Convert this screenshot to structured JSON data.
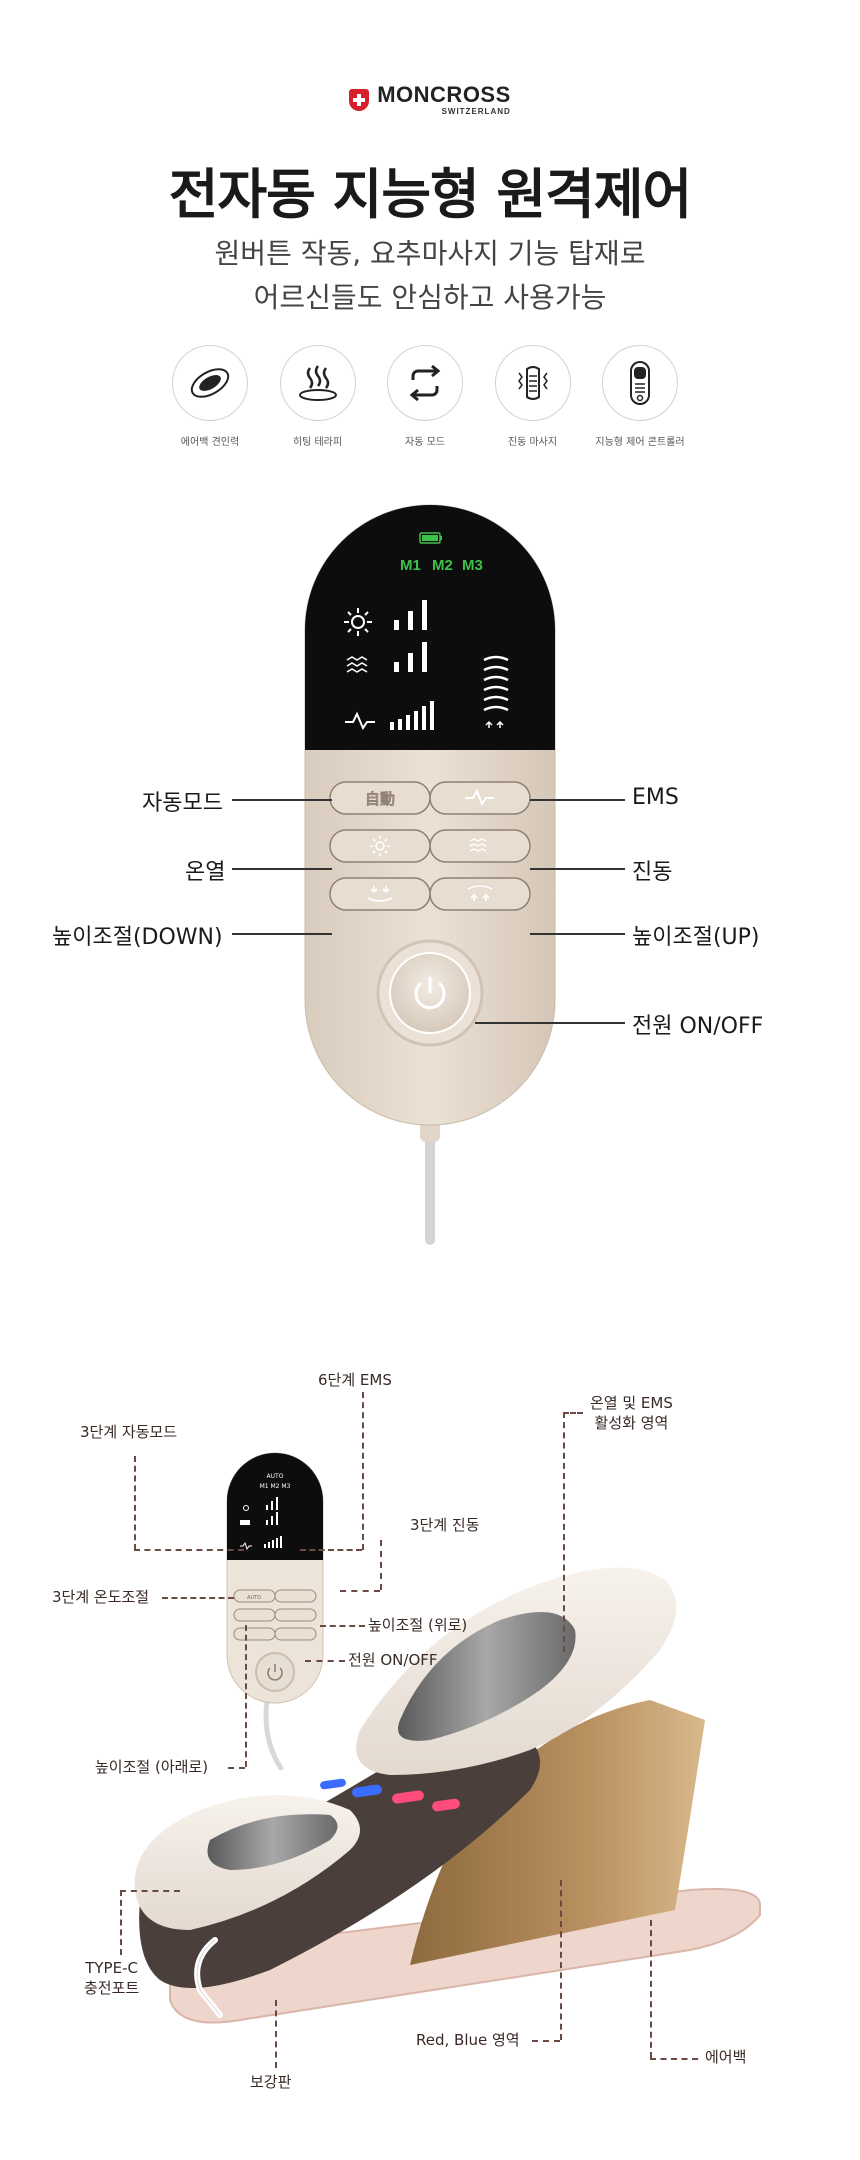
{
  "brand": {
    "name": "MONCROSS",
    "sub": "SWITZERLAND"
  },
  "headline": "전자동 지능형 원격제어",
  "subline1": "원버튼 작동, 요추마사지 기능 탑재로",
  "subline2": "어르신들도 안심하고 사용가능",
  "features": [
    {
      "label": "에어백 견인력",
      "icon": "airbag-icon"
    },
    {
      "label": "히팅 테라피",
      "icon": "heat-icon"
    },
    {
      "label": "자동 모드",
      "icon": "auto-cycle-icon"
    },
    {
      "label": "진동 마사지",
      "icon": "vibration-icon"
    },
    {
      "label": "지능형 제어 콘트롤러",
      "icon": "controller-icon"
    }
  ],
  "remote": {
    "modes": [
      "M1",
      "M2",
      "M3"
    ],
    "auto_button": "自動",
    "labels": {
      "auto": "자동모드",
      "ems": "EMS",
      "heat": "온열",
      "vibration": "진동",
      "height_down": "높이조절(DOWN)",
      "height_up": "높이조절(UP)",
      "power": "전원 ON/OFF"
    }
  },
  "diagram": {
    "small_remote": {
      "mode_text": "AUTO",
      "modes": "M1  M2  M3",
      "auto_button": "AUTO"
    },
    "ems6": "6단계 EMS",
    "auto3": "3단계 자동모드",
    "vib3": "3단계 진동",
    "temp3": "3단계 온도조절",
    "height_up": "높이조절 (위로)",
    "power": "전원 ON/OFF",
    "height_down": "높이조절 (아래로)",
    "heat_ems_area_l1": "온열 및 EMS",
    "heat_ems_area_l2": "활성화 영역",
    "typec_l1": "TYPE-C",
    "typec_l2": "충전포트",
    "redblue": "Red, Blue 영역",
    "airbag": "에어백",
    "plate": "보강판"
  },
  "colors": {
    "brand_red": "#d6202c",
    "remote_body": "#e5d8c9",
    "screen": "#0d0d0d",
    "lcd_green": "#3fc24a",
    "annotation": "#3a2a26"
  }
}
